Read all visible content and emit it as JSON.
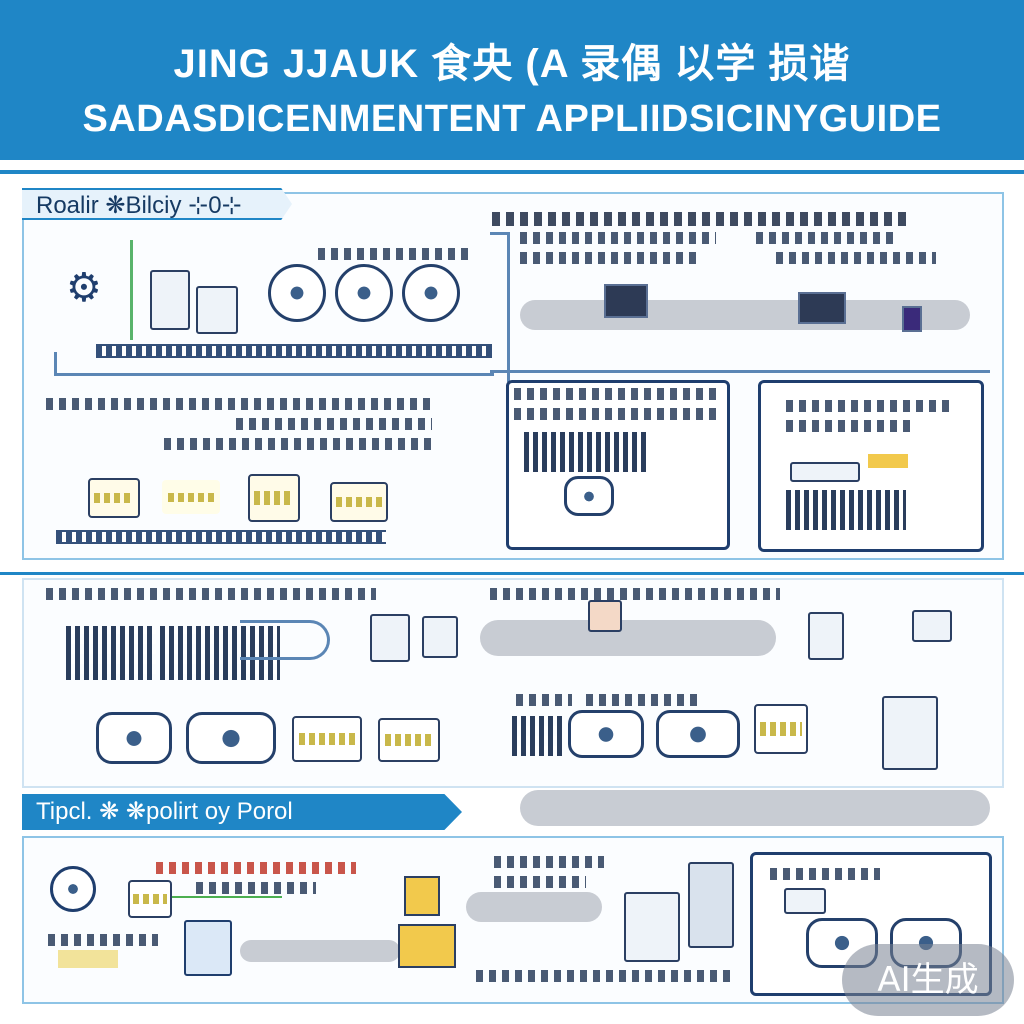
{
  "header": {
    "line1": "JING JJAUK 食央 (A 录偶 以学 损谐",
    "line2": "SADASDICENMENTENT APPLIIDSICINYGUIDE"
  },
  "sections": {
    "top_ribbon": "Roalir ❋Bilciy ⊹0⊹",
    "bottom_ribbon": "Tipcl. ❋ ❋polirt oy Porol"
  },
  "watermark": "AI生成",
  "colors": {
    "primary": "#1f86c6",
    "panel_border": "#8ec4e6",
    "dark_navy": "#1f3e6e",
    "accent_yellow": "#f2c94c",
    "pipe_grey": "#c8ccd3"
  },
  "icons": [
    "robot-arm-icon",
    "gear-circle-icon",
    "monitor-icon",
    "machine-icon",
    "server-rack-icon",
    "badge-logo-icon",
    "tablet-icon"
  ]
}
